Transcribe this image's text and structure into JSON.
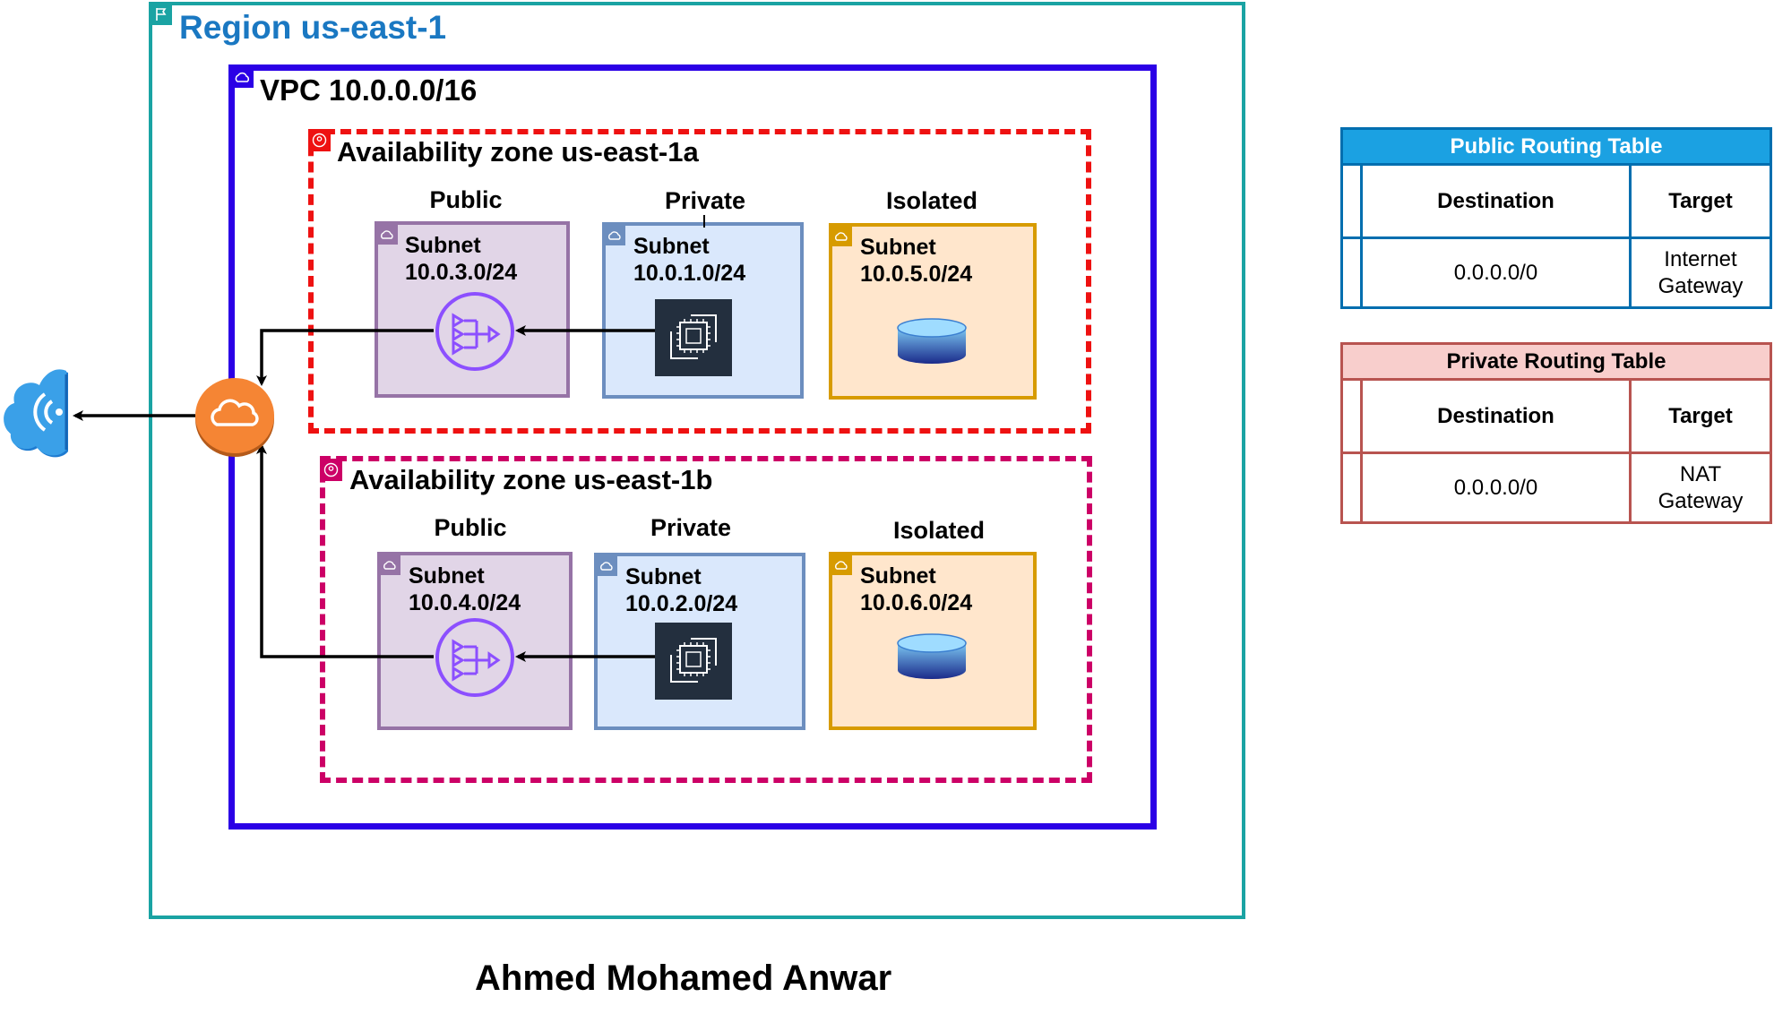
{
  "region": {
    "label": "Region us-east-1"
  },
  "vpc": {
    "label": "VPC 10.0.0.0/16"
  },
  "zones": [
    {
      "label": "Availability zone us-east-1a",
      "tiers": {
        "public": "Public",
        "private": "Private",
        "isolated": "Isolated"
      },
      "subnets": {
        "public": {
          "title": "Subnet",
          "cidr": "10.0.3.0/24"
        },
        "private": {
          "title": "Subnet",
          "cidr": "10.0.1.0/24"
        },
        "isolated": {
          "title": "Subnet",
          "cidr": "10.0.5.0/24"
        }
      }
    },
    {
      "label": "Availability zone us-east-1b",
      "tiers": {
        "public": "Public",
        "private": "Private",
        "isolated": "Isolated"
      },
      "subnets": {
        "public": {
          "title": "Subnet",
          "cidr": "10.0.4.0/24"
        },
        "private": {
          "title": "Subnet",
          "cidr": "10.0.2.0/24"
        },
        "isolated": {
          "title": "Subnet",
          "cidr": "10.0.6.0/24"
        }
      }
    }
  ],
  "routing_tables": {
    "public": {
      "title": "Public Routing Table",
      "headers": [
        "Destination",
        "Target"
      ],
      "rows": [
        {
          "destination": "0.0.0.0/0",
          "target_line1": "Internet",
          "target_line2": "Gateway"
        }
      ]
    },
    "private": {
      "title": "Private Routing Table",
      "headers": [
        "Destination",
        "Target"
      ],
      "rows": [
        {
          "destination": "0.0.0.0/0",
          "target_line1": "NAT",
          "target_line2": "Gateway"
        }
      ]
    }
  },
  "author": "Ahmed Mohamed Anwar",
  "colors": {
    "region_border": "#1aa3a3",
    "region_text": "#1a78c2",
    "vpc_border": "#2b00e6",
    "zone_a_border": "#ee1111",
    "zone_b_border": "#cc0066",
    "public_fill": "#e1d5e7",
    "public_border": "#9673a6",
    "private_fill": "#dae8fc",
    "private_border": "#6c8ebf",
    "isolated_fill": "#ffe6cc",
    "isolated_border": "#d79b00",
    "nat_purple": "#8c4fff",
    "igw_orange": "#f58534",
    "public_rt_header": "#1ba1e2",
    "public_rt_border": "#006eaf",
    "private_rt_header": "#f8cecc",
    "private_rt_border": "#b85450"
  },
  "icons": [
    "internet-cloud-icon",
    "internet-gateway-icon",
    "nat-gateway-icon",
    "ec2-instance-icon",
    "database-icon",
    "region-flag-icon",
    "vpc-cloud-icon",
    "zone-pin-icon",
    "subnet-cloud-icon"
  ]
}
